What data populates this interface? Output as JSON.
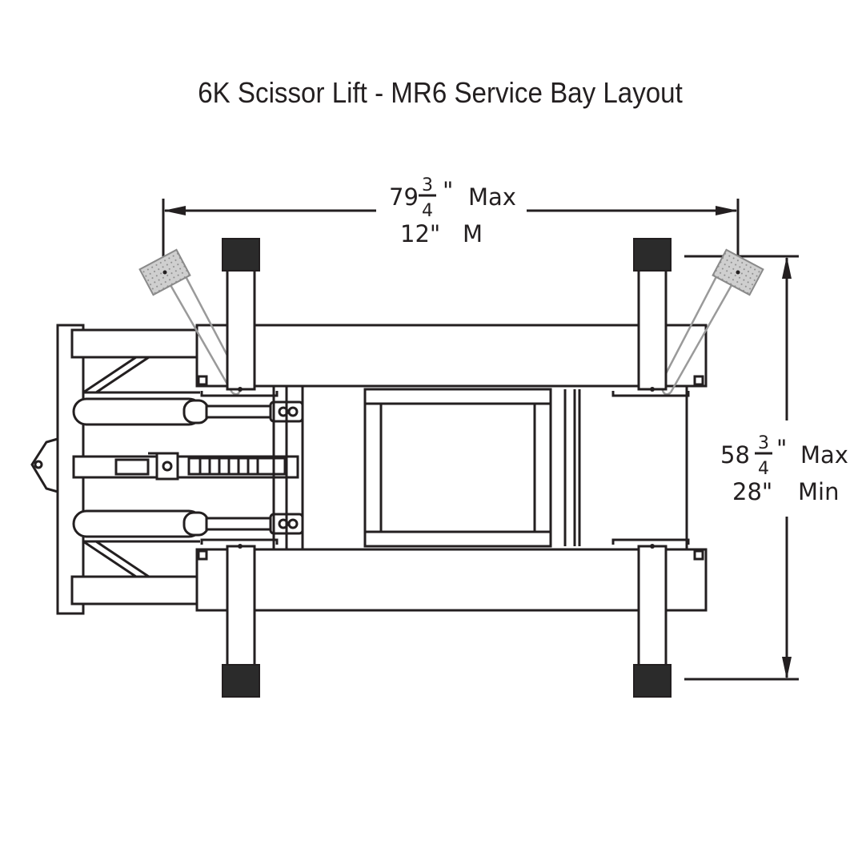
{
  "title": "6K Scissor Lift - MR6 Service Bay Layout",
  "dimensions": {
    "width": {
      "max_whole": "79",
      "max_numerator": "3",
      "max_denominator": "4",
      "max_unit": "\"",
      "max_label": "Max",
      "min_value": "12\"",
      "min_label": "M"
    },
    "height": {
      "max_whole": "58",
      "max_numerator": "3",
      "max_denominator": "4",
      "max_unit": "\"",
      "max_label": "Max",
      "min_value": "28\"",
      "min_label": "Min"
    }
  },
  "colors": {
    "line": "#231f20",
    "retracted_arm": "#9a9a9a",
    "pad": "#2b2b2b"
  }
}
